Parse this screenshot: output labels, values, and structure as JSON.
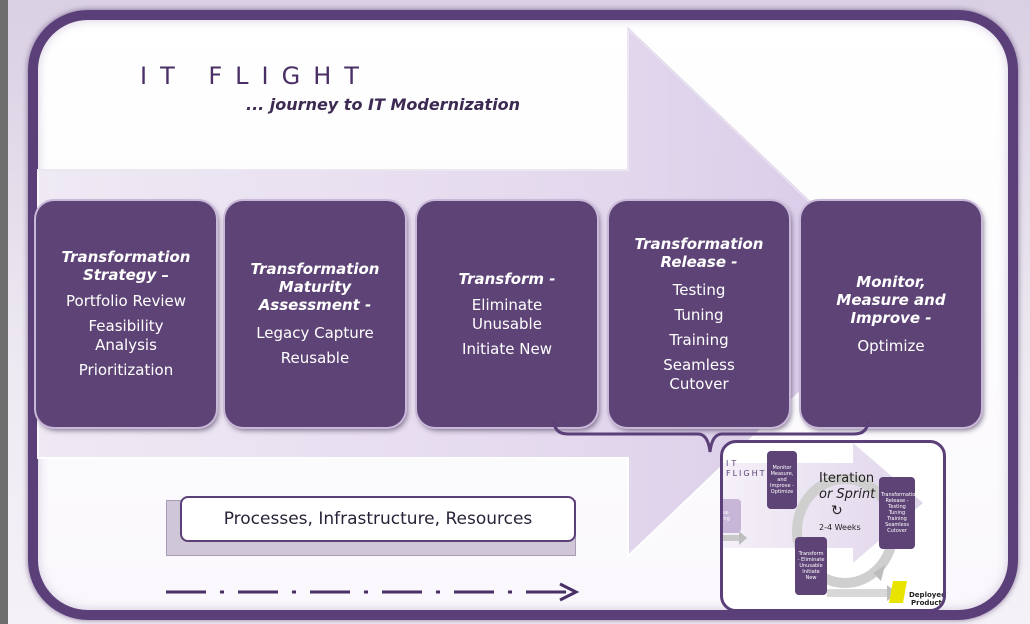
{
  "title": "IT FLIGHT",
  "subtitle": "... journey to IT Modernization",
  "stages": [
    {
      "heading": "Transformation Strategy –",
      "items": [
        "Portfolio Review",
        "Feasibility Analysis",
        "Prioritization"
      ]
    },
    {
      "heading": "Transformation Maturity Assessment -",
      "items": [
        "Legacy Capture",
        "Reusable"
      ]
    },
    {
      "heading": "Transform -",
      "items": [
        "Eliminate Unusable",
        "Initiate New"
      ]
    },
    {
      "heading": "Transformation Release -",
      "items": [
        "Testing",
        "Tuning",
        "Training",
        "Seamless Cutover"
      ]
    },
    {
      "heading": "Monitor, Measure and Improve -",
      "items": [
        "Optimize"
      ]
    }
  ],
  "processes_label": "Processes, Infrastructure, Resources",
  "inset": {
    "brand_line1": "IT",
    "brand_line2": "FLIGHT",
    "iteration_line1": "Iteration",
    "iteration_line2": "or Sprint",
    "cycle_icon": "refresh-icon",
    "duration": "2-4 Weeks",
    "release_planning": "Release Planning",
    "monitor_box": "Monitor Measure, and Improve - Optimize",
    "release_box": "Transformation Release - Testing Tuning Training Seamless Cutover",
    "transform_box": "Transform - Eliminate Unusable Initiate New",
    "deployed_line1": "Deployed",
    "deployed_line2": "Product"
  },
  "colors": {
    "stage_fill": "#5e4476",
    "border": "#5b3f78",
    "arrow_fill": "#e6dcef"
  }
}
